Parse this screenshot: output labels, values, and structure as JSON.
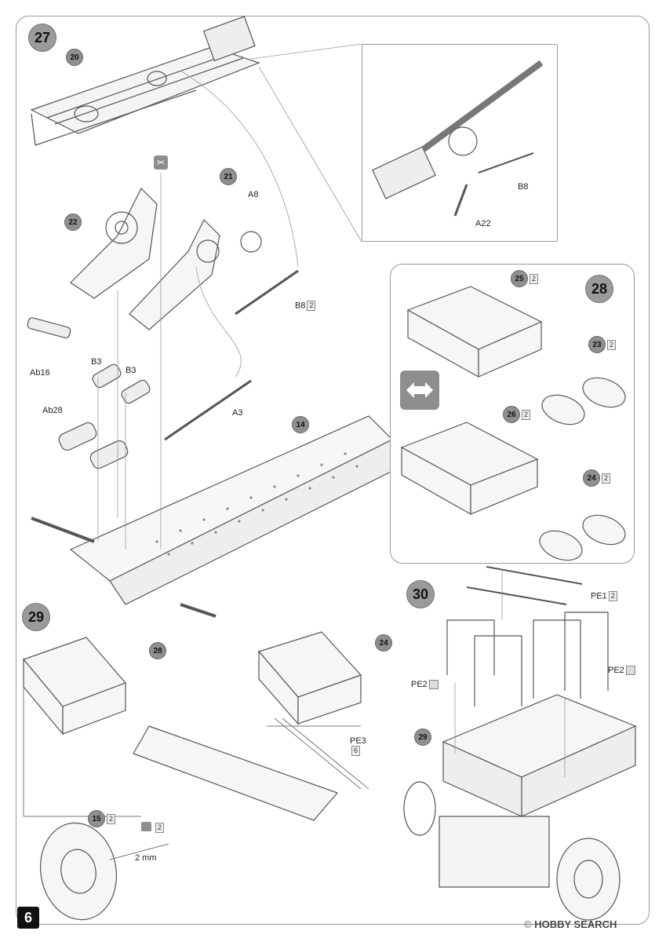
{
  "page_number": "6",
  "watermark": {
    "prefix": "©",
    "brand": "HOBBY SEARCH"
  },
  "steps": {
    "s27": "27",
    "s28": "28",
    "s29": "29",
    "s30": "30"
  },
  "parts": {
    "p20": "20",
    "p21": "21",
    "p22": "22",
    "p14": "14",
    "p25": "25",
    "p23": "23",
    "p26": "26",
    "p24": "24",
    "p28": "28",
    "p24b": "24",
    "p15": "15",
    "p29": "29"
  },
  "labels": {
    "b8_detail": "B8",
    "a22": "A22",
    "a8": "A8",
    "b8": "B8",
    "ab16": "Ab16",
    "b3a": "B3",
    "b3b": "B3",
    "ab28": "Ab28",
    "a3": "A3",
    "pe1": "PE1",
    "pe2_left": "PE2",
    "pe2_right": "PE2",
    "pe3": "PE3",
    "mm": "2 mm"
  },
  "quantities": {
    "b8": "2",
    "p25": "2",
    "p23": "2",
    "p26": "2",
    "p24": "2",
    "pe1": "2",
    "pe3": "6",
    "p15": "2",
    "glue": "2"
  },
  "icons": {
    "cut": "cut-icon",
    "swap": "swap-arrows-icon",
    "glue": "glue-icon",
    "photo_etch": "photo-etch-icon"
  },
  "colors": {
    "badge": "#9a9a9a",
    "frame": "#9a9a9a",
    "line": "#555555"
  }
}
